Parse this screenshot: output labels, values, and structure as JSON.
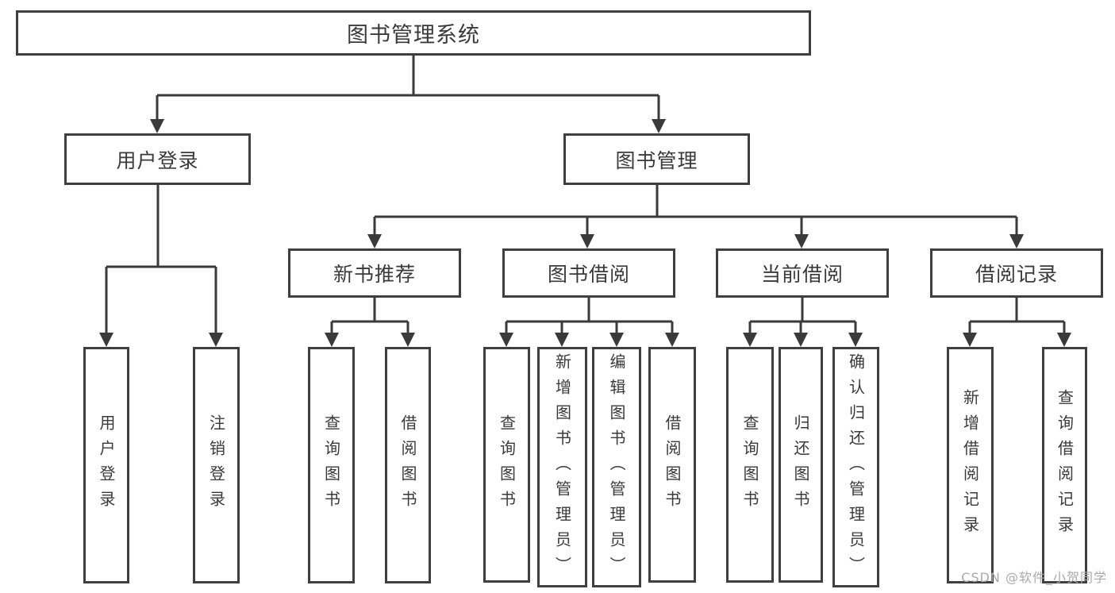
{
  "colors": {
    "line": "#3a3a3a",
    "text": "#3a3a3a",
    "background": "#ffffff",
    "watermark_color": "#a9a9a9"
  },
  "watermark": {
    "text": "CSDN @软件_小贺同学"
  },
  "tree": {
    "root": "图书管理系统",
    "children": [
      {
        "label": "用户登录",
        "children": [
          "用户登录",
          "注销登录"
        ]
      },
      {
        "label": "图书管理",
        "children": [
          {
            "label": "新书推荐",
            "children": [
              "查询图书",
              "借阅图书"
            ]
          },
          {
            "label": "图书借阅",
            "children": [
              "查询图书",
              "新增图书（管理员）",
              "编辑图书（管理员）",
              "借阅图书"
            ]
          },
          {
            "label": "当前借阅",
            "children": [
              "查询图书",
              "归还图书",
              "确认归还（管理员）"
            ]
          },
          {
            "label": "借阅记录",
            "children": [
              "新增借阅记录",
              "查询借阅记录"
            ]
          }
        ]
      }
    ]
  }
}
